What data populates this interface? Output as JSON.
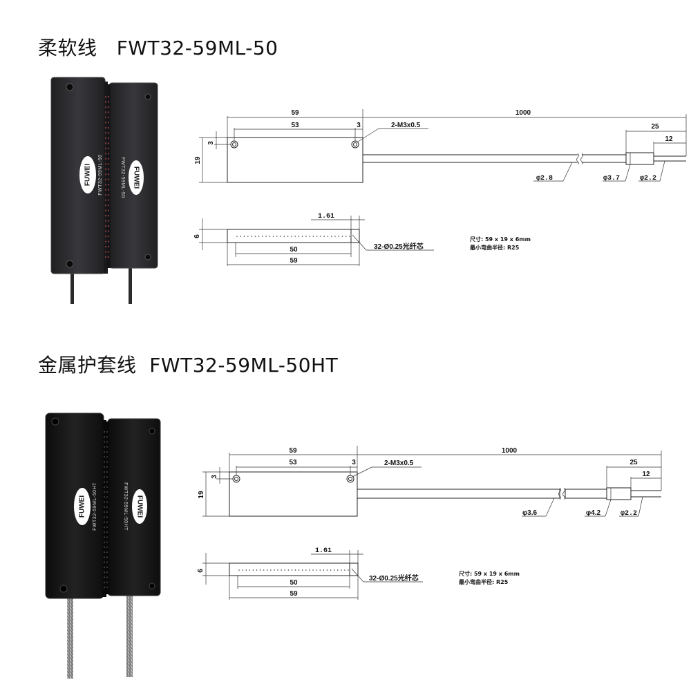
{
  "sections": [
    {
      "title": "柔软线   FWT32-59ML-50",
      "photo": {
        "brand": "FUWEI",
        "model_left": "FWT32-59ML-50",
        "model_right": "FWT32-59ML-50",
        "colors": {
          "body": "#2b2b2e",
          "body_edge": "#3e3e42",
          "cable": "#2a2a2a"
        }
      },
      "top_view": {
        "dim_59": "59",
        "dim_53": "53",
        "dim_3_top": "3",
        "dim_1000": "1000",
        "dim_25": "25",
        "dim_12": "12",
        "hole_label": "2-M3x0.5",
        "dim_3_side": "3",
        "dim_19": "19",
        "cable_dia": "φ2.8",
        "sleeve_dia": "φ3.7",
        "tip_dia": "φ2.2",
        "cable_style": "plain"
      },
      "side_view": {
        "dim_6": "6",
        "dim_161": "1.61",
        "dim_50": "50",
        "dim_59": "59",
        "fiber_label": "32-Ø0.25光纤芯"
      },
      "specs": {
        "size": "尺寸:  59 x 19 x 6mm",
        "bend": "最小弯曲半径:  R25"
      }
    },
    {
      "title": "金属护套线  FWT32-59ML-50HT",
      "photo": {
        "brand": "FUWEI",
        "model_left": "FWT32-59ML-50HT",
        "model_right": "FWT32-59ML-50HT",
        "colors": {
          "body": "#161616",
          "body_edge": "#2a2a2a",
          "cable": "#9a9a9a"
        }
      },
      "top_view": {
        "dim_59": "59",
        "dim_53": "53",
        "dim_3_top": "3",
        "dim_1000": "1000",
        "dim_25": "25",
        "dim_12": "12",
        "hole_label": "2-M3x0.5",
        "dim_3_side": "3",
        "dim_19": "19",
        "cable_dia": "φ3.6",
        "sleeve_dia": "φ4.2",
        "tip_dia": "φ2.2",
        "cable_style": "armored"
      },
      "side_view": {
        "dim_6": "6",
        "dim_161": "1.61",
        "dim_50": "50",
        "dim_59": "59",
        "fiber_label": "32-Ø0.25光纤芯"
      },
      "specs": {
        "size": "尺寸:  59 x 19 x 6mm",
        "bend": "最小弯曲半径:  R25"
      }
    }
  ]
}
